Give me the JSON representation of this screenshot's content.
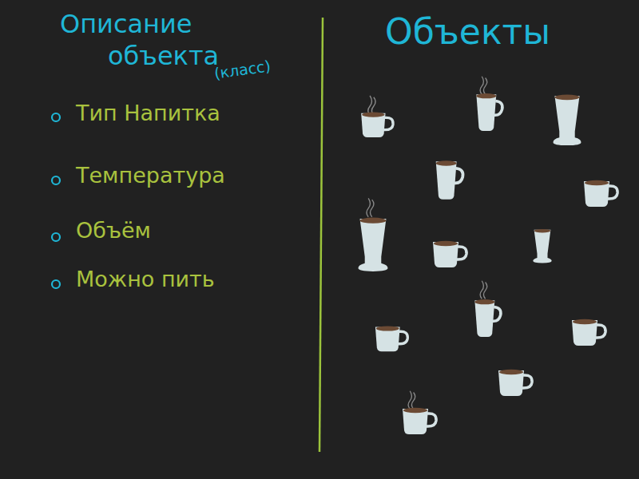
{
  "diagram": {
    "labels": [
      "Описание объекта",
      "(класс)",
      "Тип Напитка",
      "Температура",
      "Объём",
      "Можно пить",
      "Объекты"
    ]
  }
}
